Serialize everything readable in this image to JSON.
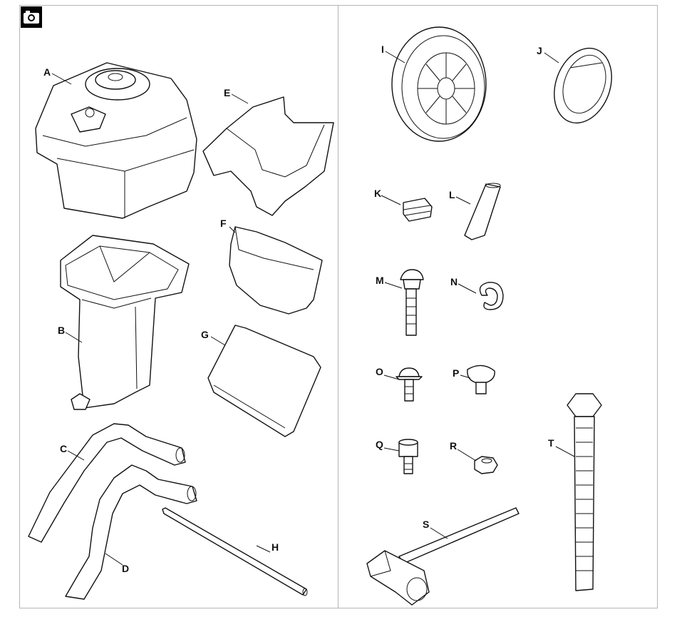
{
  "header": {
    "icon": "camera-icon"
  },
  "parts": [
    {
      "id": "A",
      "label": "A",
      "icon": "engine-housing-icon"
    },
    {
      "id": "B",
      "label": "B",
      "icon": "collection-box-icon"
    },
    {
      "id": "C",
      "label": "C",
      "icon": "handle-bar-icon"
    },
    {
      "id": "D",
      "label": "D",
      "icon": "handle-bar-icon"
    },
    {
      "id": "E",
      "label": "E",
      "icon": "chute-icon"
    },
    {
      "id": "F",
      "label": "F",
      "icon": "cover-plate-icon"
    },
    {
      "id": "G",
      "label": "G",
      "icon": "flat-panel-icon"
    },
    {
      "id": "H",
      "label": "H",
      "icon": "rod-icon"
    },
    {
      "id": "I",
      "label": "I",
      "icon": "wheel-icon"
    },
    {
      "id": "J",
      "label": "J",
      "icon": "hub-cap-icon"
    },
    {
      "id": "K",
      "label": "K",
      "icon": "end-cap-icon"
    },
    {
      "id": "L",
      "label": "L",
      "icon": "grip-icon"
    },
    {
      "id": "M",
      "label": "M",
      "icon": "long-screw-icon"
    },
    {
      "id": "N",
      "label": "N",
      "icon": "circlip-icon"
    },
    {
      "id": "O",
      "label": "O",
      "icon": "flange-screw-icon"
    },
    {
      "id": "P",
      "label": "P",
      "icon": "plug-icon"
    },
    {
      "id": "Q",
      "label": "Q",
      "icon": "socket-screw-icon"
    },
    {
      "id": "R",
      "label": "R",
      "icon": "nut-icon"
    },
    {
      "id": "S",
      "label": "S",
      "icon": "spark-plug-wrench-icon"
    },
    {
      "id": "T",
      "label": "T",
      "icon": "hex-bolt-icon"
    }
  ]
}
